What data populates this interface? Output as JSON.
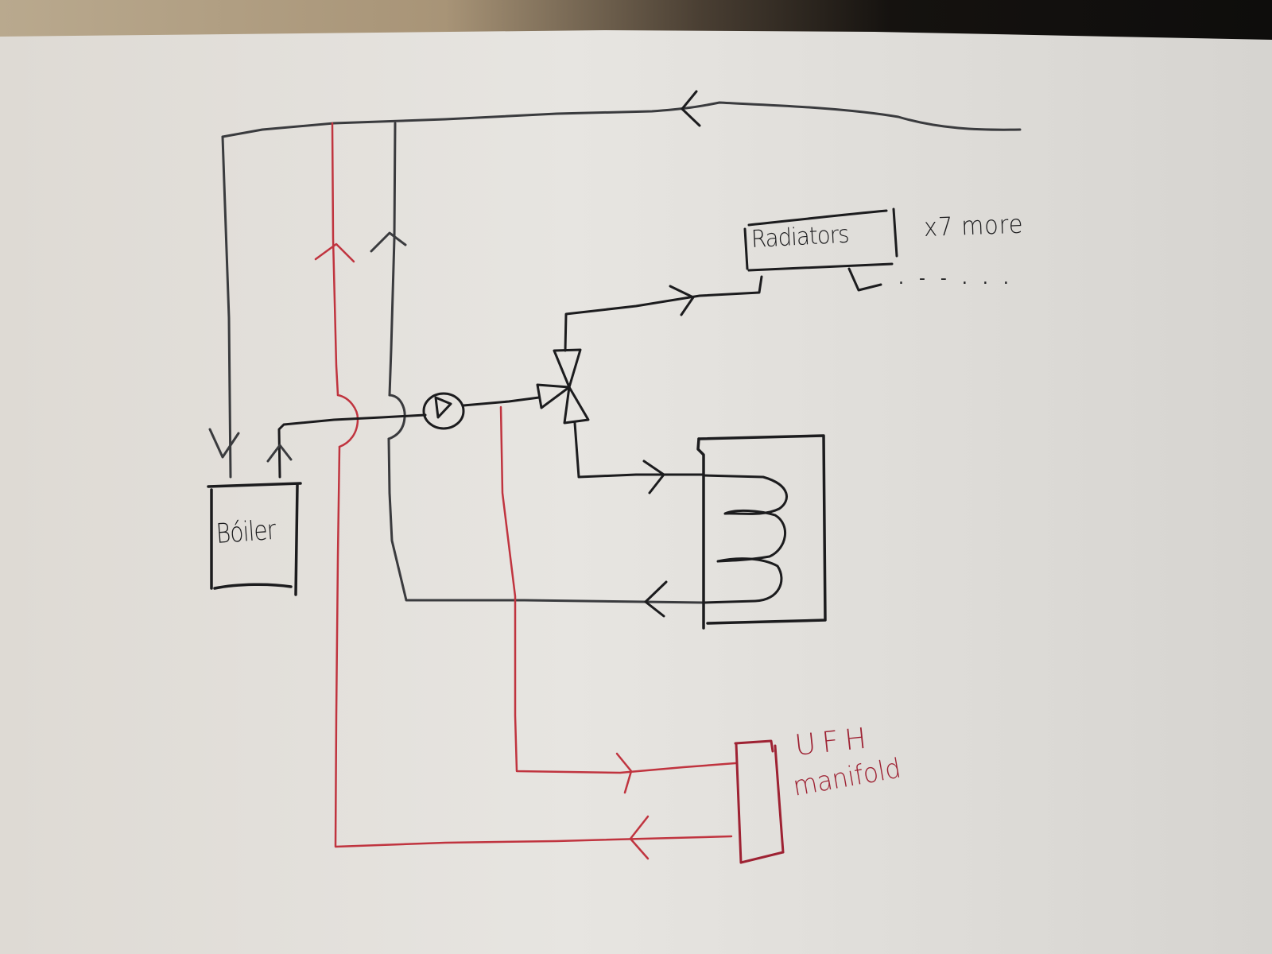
{
  "diagram": {
    "type": "hand-drawn heating system schematic",
    "colors": {
      "paper": "#e4e1dc",
      "ink_black": "#1c1c1e",
      "ink_red": "#c0343f",
      "ink_maroon": "#9e2233",
      "table_wood": "#a89477"
    },
    "components": {
      "boiler": {
        "label": "Bóiler"
      },
      "radiators": {
        "label": "Radiators",
        "extra": "x7 more",
        "continuation": ". - - . . ."
      },
      "ufh_manifold": {
        "label_line1": "UFH",
        "label_line2": "manifold"
      },
      "pump": {
        "icon": "pump-symbol"
      },
      "valve": {
        "icon": "three-way-valve-symbol"
      },
      "cylinder": {
        "icon": "hot-water-cylinder-coil"
      }
    },
    "flows": [
      {
        "from": "radiators",
        "to": "boiler",
        "color": "black",
        "direction": "left",
        "description": "radiator return along top"
      },
      {
        "from": "boiler",
        "to": "pump",
        "color": "black",
        "direction": "right",
        "description": "boiler flow"
      },
      {
        "from": "pump",
        "to": "valve",
        "color": "black",
        "direction": "right"
      },
      {
        "from": "valve",
        "to": "radiators",
        "color": "black",
        "direction": "right"
      },
      {
        "from": "valve",
        "to": "cylinder",
        "color": "black",
        "direction": "right"
      },
      {
        "from": "cylinder",
        "to": "return",
        "color": "black",
        "direction": "left"
      },
      {
        "from": "pump-outlet",
        "to": "ufh_manifold",
        "color": "red",
        "direction": "right"
      },
      {
        "from": "ufh_manifold",
        "to": "return",
        "color": "red",
        "direction": "left"
      }
    ]
  }
}
